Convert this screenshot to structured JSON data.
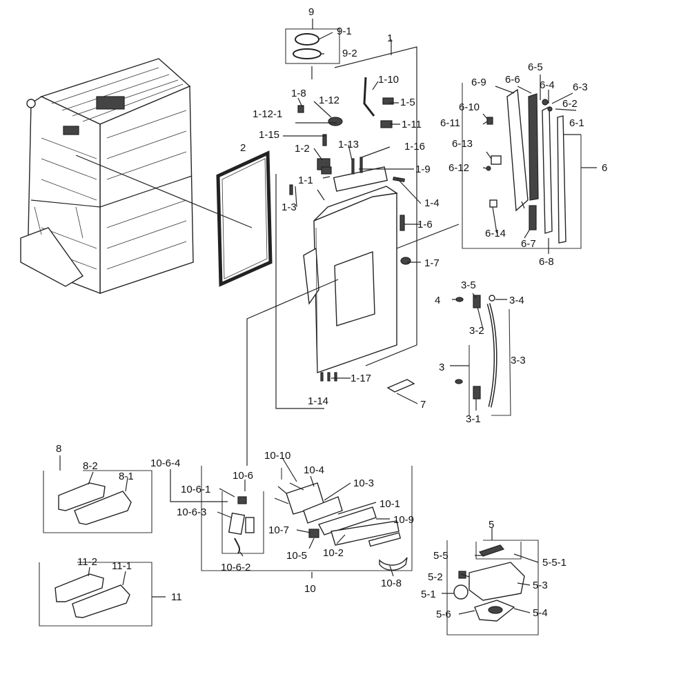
{
  "labels": {
    "l_1": "1",
    "l_1_1": "1-1",
    "l_1_2": "1-2",
    "l_1_3": "1-3",
    "l_1_4": "1-4",
    "l_1_5": "1-5",
    "l_1_6": "1-6",
    "l_1_7": "1-7",
    "l_1_8": "1-8",
    "l_1_9": "1-9",
    "l_1_10": "1-10",
    "l_1_11": "1-11",
    "l_1_12": "1-12",
    "l_1_12_1": "1-12-1",
    "l_1_13": "1-13",
    "l_1_14": "1-14",
    "l_1_15": "1-15",
    "l_1_16": "1-16",
    "l_1_17": "1-17",
    "l_2": "2",
    "l_3": "3",
    "l_3_1": "3-1",
    "l_3_2": "3-2",
    "l_3_3": "3-3",
    "l_3_4": "3-4",
    "l_3_5": "3-5",
    "l_4": "4",
    "l_5": "5",
    "l_5_1": "5-1",
    "l_5_2": "5-2",
    "l_5_3": "5-3",
    "l_5_4": "5-4",
    "l_5_5": "5-5",
    "l_5_5_1": "5-5-1",
    "l_5_6": "5-6",
    "l_6": "6",
    "l_6_1": "6-1",
    "l_6_2": "6-2",
    "l_6_3": "6-3",
    "l_6_4": "6-4",
    "l_6_5": "6-5",
    "l_6_6": "6-6",
    "l_6_7": "6-7",
    "l_6_8": "6-8",
    "l_6_9": "6-9",
    "l_6_10": "6-10",
    "l_6_11": "6-11",
    "l_6_12": "6-12",
    "l_6_13": "6-13",
    "l_6_14": "6-14",
    "l_7": "7",
    "l_8": "8",
    "l_8_1": "8-1",
    "l_8_2": "8-2",
    "l_9": "9",
    "l_9_1": "9-1",
    "l_9_2": "9-2",
    "l_10": "10",
    "l_10_1": "10-1",
    "l_10_2": "10-2",
    "l_10_3": "10-3",
    "l_10_4": "10-4",
    "l_10_5": "10-5",
    "l_10_6": "10-6",
    "l_10_6_1": "10-6-1",
    "l_10_6_2": "10-6-2",
    "l_10_6_3": "10-6-3",
    "l_10_6_4": "10-6-4",
    "l_10_7": "10-7",
    "l_10_8": "10-8",
    "l_10_9": "10-9",
    "l_10_10": "10-10",
    "l_11": "11",
    "l_11_1": "11-1",
    "l_11_2": "11-2"
  }
}
